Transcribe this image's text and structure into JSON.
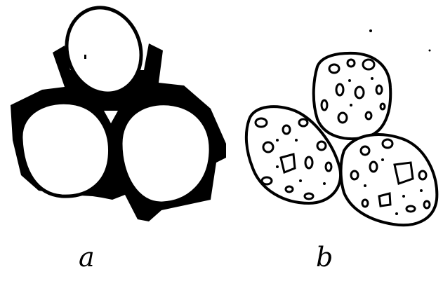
{
  "figure": {
    "panels": [
      {
        "label": "a",
        "description_key": "cells-with-dark-wall-material"
      },
      {
        "label": "b",
        "description_key": "cells-with-vesicular-content"
      }
    ]
  },
  "colors": {
    "ink": "#000000",
    "paper": "#ffffff"
  }
}
